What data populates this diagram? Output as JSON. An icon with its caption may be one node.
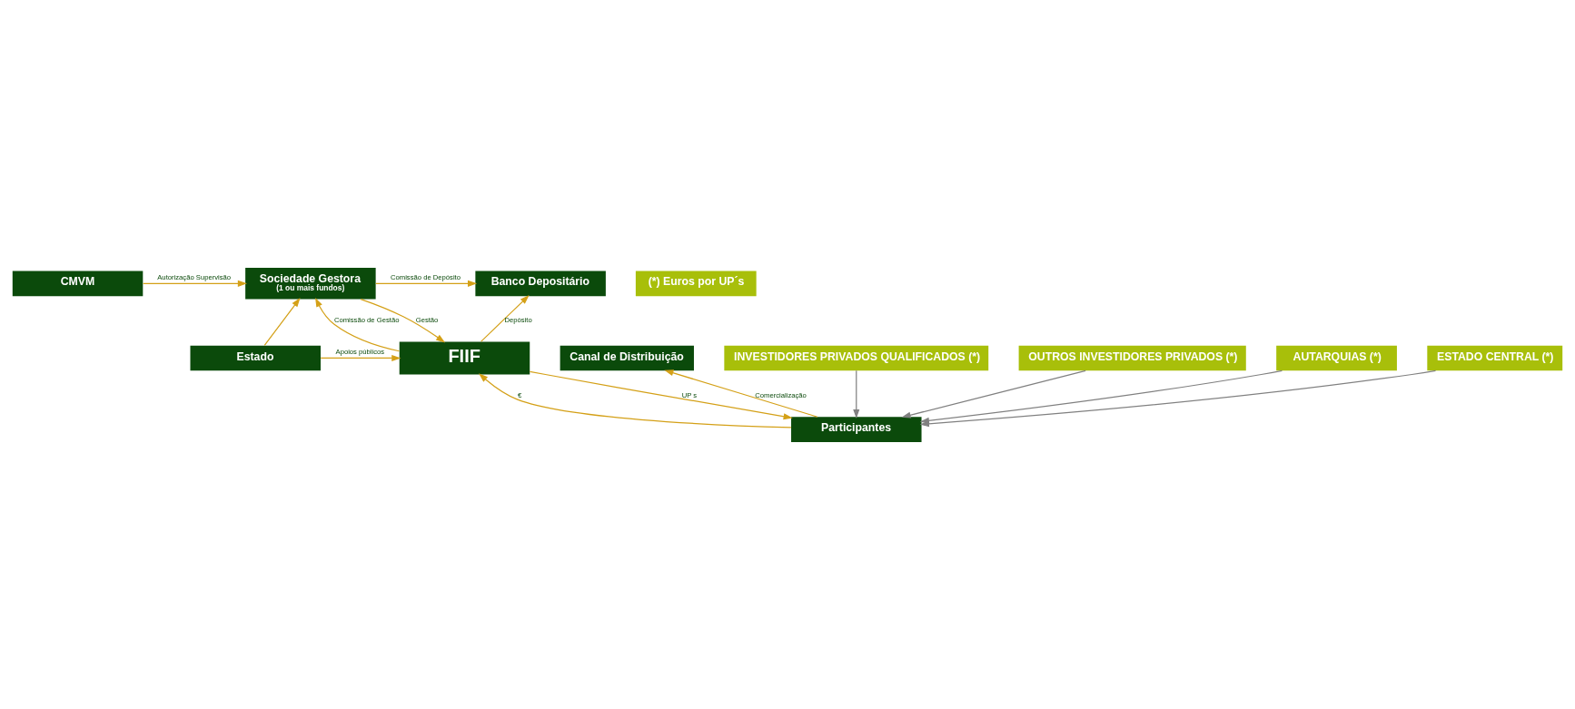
{
  "diagram": {
    "nodes": [
      {
        "text": [
          "Sociedade Gestora",
          "(1 ou mais fundos)"
        ]
      },
      {
        "text": [
          "CMVM"
        ]
      },
      {
        "text": [
          "Banco Depositário"
        ]
      },
      {
        "text": [
          "FIIF"
        ]
      },
      {
        "text": [
          "Estado"
        ]
      },
      {
        "text": [
          "Canal de Distribuição"
        ]
      },
      {
        "text": [
          "Participantes"
        ]
      },
      {
        "text": [
          "INVESTIDORES PRIVADOS QUALIFICADOS (*)"
        ]
      },
      {
        "text": [
          "OUTROS INVESTIDORES PRIVADOS (*)"
        ]
      },
      {
        "text": [
          "AUTARQUIAS (*)"
        ]
      },
      {
        "text": [
          "ESTADO CENTRAL (*)"
        ]
      },
      {
        "text": [
          "(*) Euros por UP´s"
        ]
      }
    ],
    "edges": [
      {
        "from": 1,
        "to": 0,
        "arrow": "to",
        "label": "Autorização Supervisão"
      },
      {
        "from": 0,
        "to": 2,
        "arrow": "to",
        "label": "Comissão de Depósito"
      },
      {
        "from": 3,
        "to": 0,
        "arrow": "to",
        "label": "Comissão de Gestão"
      },
      {
        "from": 0,
        "to": 3,
        "arrow": "to",
        "label": "Gestão"
      },
      {
        "from": 4,
        "to": 0,
        "arrow": "to"
      },
      {
        "from": 4,
        "to": 3,
        "arrow": "to",
        "label": "Apoios públicos"
      },
      {
        "from": 3,
        "to": 2,
        "arrow": "to",
        "label": "Depósito"
      },
      {
        "from": 6,
        "to": 3,
        "arrow": "to",
        "label": "€"
      },
      {
        "from": 3,
        "to": 6,
        "arrow": "to",
        "label": "UP s"
      },
      {
        "from": 6,
        "to": 5,
        "arrow": "to",
        "label": "Comercialização"
      },
      {
        "from": 7,
        "to": 6,
        "arrow": "to",
        "color": "#808080"
      },
      {
        "from": 8,
        "to": 6,
        "arrow": "to",
        "color": "#808080"
      },
      {
        "from": 9,
        "to": 6,
        "arrow": "to",
        "color": "#808080"
      },
      {
        "from": 10,
        "to": 6,
        "arrow": "to",
        "color": "#808080"
      }
    ]
  }
}
